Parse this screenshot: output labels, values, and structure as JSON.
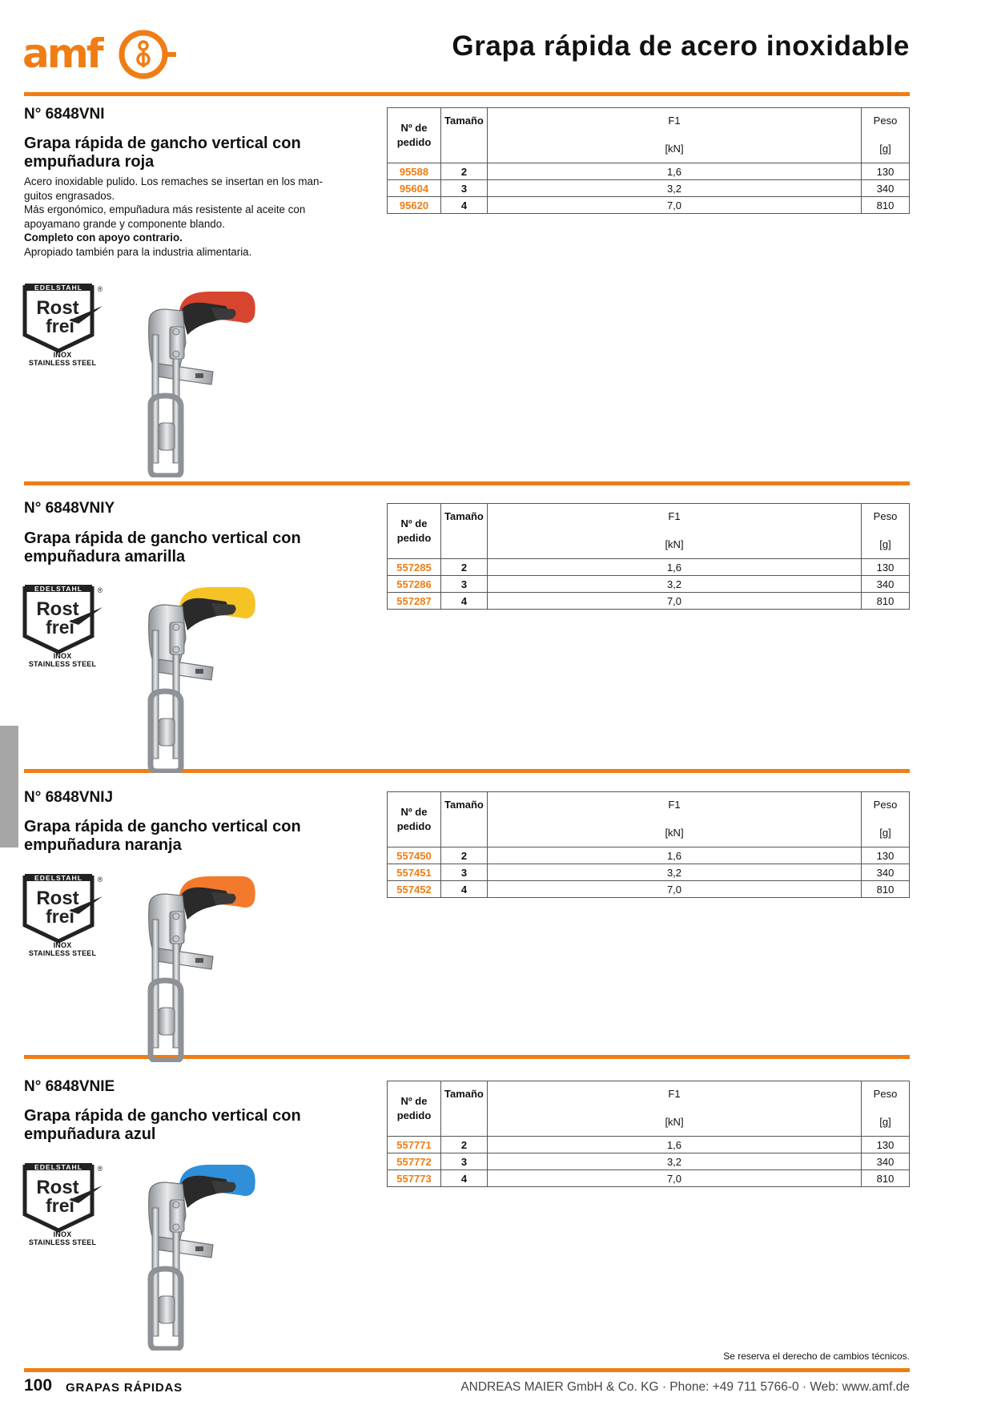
{
  "header": {
    "logo_text": "amf",
    "title": "Grapa rápida de acero inoxidable"
  },
  "colors": {
    "accent": "#f07d14",
    "side_tab": "#a6a6a6",
    "badge_dark": "#222222"
  },
  "badge": {
    "top_text": "EDELSTAHL",
    "reg": "®",
    "word1": "Rost",
    "word2": "frei",
    "caption_line1": "INOX",
    "caption_line2": "STAINLESS STEEL"
  },
  "table_header": {
    "order_line1": "Nº de",
    "order_line2": "pedido",
    "size": "Tamaño",
    "force": "F1",
    "force_unit": "[kN]",
    "weight": "Peso",
    "weight_unit": "[g]"
  },
  "sections": [
    {
      "article": "N° 6848VNI",
      "title": "Grapa rápida de gancho vertical con empuñadura roja",
      "handle_color": "#d8452f",
      "description": [
        "Acero inoxidable pulido. Los remaches se insertan en los man-",
        "guitos engrasados.",
        "Más ergonómico, empuñadura más resistente al aceite con",
        "apoyamano grande y componente blando."
      ],
      "description_bold": "Completo con apoyo contrario.",
      "description_end": "Apropiado también para la industria alimentaria.",
      "rows": [
        {
          "order": "95588",
          "size": "2",
          "f1": "1,6",
          "weight": "130"
        },
        {
          "order": "95604",
          "size": "3",
          "f1": "3,2",
          "weight": "340"
        },
        {
          "order": "95620",
          "size": "4",
          "f1": "7,0",
          "weight": "810"
        }
      ]
    },
    {
      "article": "N° 6848VNIY",
      "title": "Grapa rápida de gancho vertical con empuñadura amarilla",
      "handle_color": "#f6c324",
      "rows": [
        {
          "order": "557285",
          "size": "2",
          "f1": "1,6",
          "weight": "130"
        },
        {
          "order": "557286",
          "size": "3",
          "f1": "3,2",
          "weight": "340"
        },
        {
          "order": "557287",
          "size": "4",
          "f1": "7,0",
          "weight": "810"
        }
      ]
    },
    {
      "article": "N° 6848VNIJ",
      "title": "Grapa rápida de gancho vertical con empuñadura naranja",
      "handle_color": "#f37a2c",
      "rows": [
        {
          "order": "557450",
          "size": "2",
          "f1": "1,6",
          "weight": "130"
        },
        {
          "order": "557451",
          "size": "3",
          "f1": "3,2",
          "weight": "340"
        },
        {
          "order": "557452",
          "size": "4",
          "f1": "7,0",
          "weight": "810"
        }
      ]
    },
    {
      "article": "N° 6848VNIE",
      "title": "Grapa rápida de gancho vertical con empuñadura azul",
      "handle_color": "#2f8fd8",
      "rows": [
        {
          "order": "557771",
          "size": "2",
          "f1": "1,6",
          "weight": "130"
        },
        {
          "order": "557772",
          "size": "3",
          "f1": "3,2",
          "weight": "340"
        },
        {
          "order": "557773",
          "size": "4",
          "f1": "7,0",
          "weight": "810"
        }
      ]
    }
  ],
  "footer": {
    "note": "Se reserva el derecho de cambios técnicos.",
    "page_number": "100",
    "section_name": "GRAPAS RÁPIDAS",
    "company": "ANDREAS MAIER GmbH & Co. KG · Phone: +49 711 5766-0 · Web: www.amf.de"
  }
}
